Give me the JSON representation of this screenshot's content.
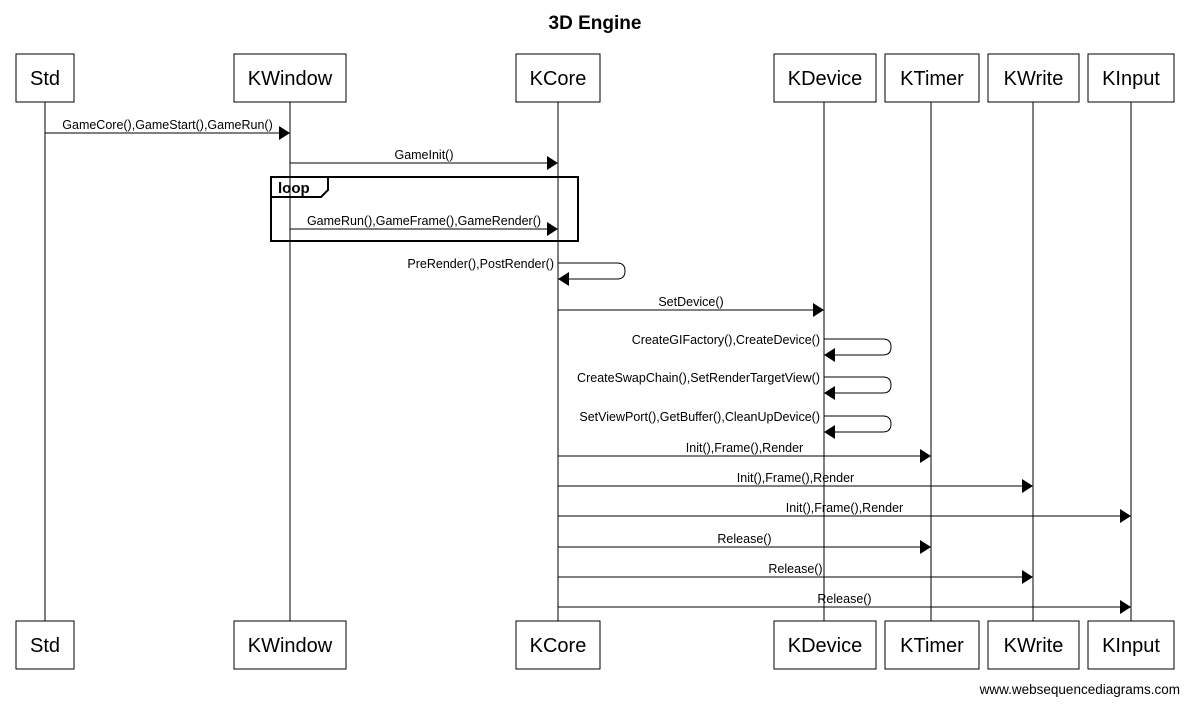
{
  "title": "3D Engine",
  "footer": "www.websequencediagrams.com",
  "participants": [
    {
      "id": "std",
      "label": "Std"
    },
    {
      "id": "kwindow",
      "label": "KWindow"
    },
    {
      "id": "kcore",
      "label": "KCore"
    },
    {
      "id": "kdevice",
      "label": "KDevice"
    },
    {
      "id": "ktimer",
      "label": "KTimer"
    },
    {
      "id": "kwrite",
      "label": "KWrite"
    },
    {
      "id": "kinput",
      "label": "KInput"
    }
  ],
  "messages": [
    {
      "from": "std",
      "to": "kwindow",
      "label": "GameCore(),GameStart(),GameRun()"
    },
    {
      "from": "kwindow",
      "to": "kcore",
      "label": "GameInit()"
    },
    {
      "from": "kwindow",
      "to": "kcore",
      "label": "GameRun(),GameFrame(),GameRender()"
    },
    {
      "from": "kcore",
      "to": "kcore",
      "label": "PreRender(),PostRender()"
    },
    {
      "from": "kcore",
      "to": "kdevice",
      "label": "SetDevice()"
    },
    {
      "from": "kdevice",
      "to": "kdevice",
      "label": "CreateGIFactory(),CreateDevice()"
    },
    {
      "from": "kdevice",
      "to": "kdevice",
      "label": "CreateSwapChain(),SetRenderTargetView()"
    },
    {
      "from": "kdevice",
      "to": "kdevice",
      "label": "SetViewPort(),GetBuffer(),CleanUpDevice()"
    },
    {
      "from": "kcore",
      "to": "ktimer",
      "label": "Init(),Frame(),Render"
    },
    {
      "from": "kcore",
      "to": "kwrite",
      "label": "Init(),Frame(),Render"
    },
    {
      "from": "kcore",
      "to": "kinput",
      "label": "Init(),Frame(),Render"
    },
    {
      "from": "kcore",
      "to": "ktimer",
      "label": "Release()"
    },
    {
      "from": "kcore",
      "to": "kwrite",
      "label": "Release()"
    },
    {
      "from": "kcore",
      "to": "kinput",
      "label": "Release()"
    }
  ],
  "fragments": [
    {
      "label": "loop",
      "covers_message": 2
    }
  ]
}
